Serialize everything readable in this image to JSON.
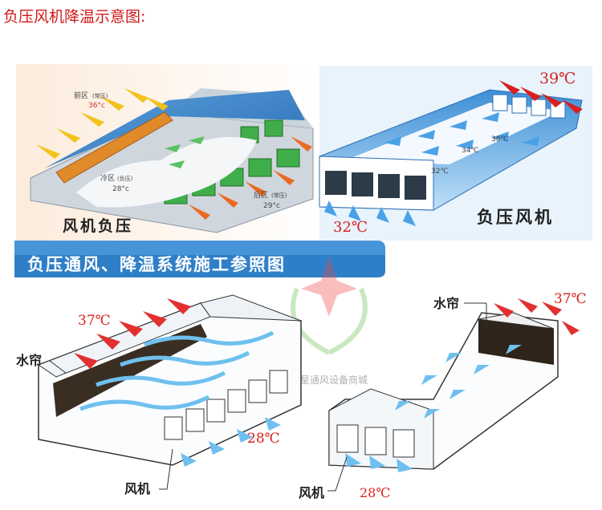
{
  "page_title": "负压风机降温示意图:",
  "panel1": {
    "front_zone": "前区",
    "front_zone_note": "(常压)",
    "front_temp": "36°c",
    "cold_zone": "冷区",
    "cold_zone_note": "(负压)",
    "cold_temp": "28°c",
    "rear_zone": "后区",
    "rear_zone_note": "(常压)",
    "rear_temp": "29°c",
    "caption": "风机负压"
  },
  "panel2": {
    "temp_in": "39℃",
    "temp_38": "38℃",
    "temp_34": "34℃",
    "temp_32_inner": "32℃",
    "temp_out": "32℃",
    "caption": "负压风机"
  },
  "banner": {
    "title": "负压通风、降温系统施工参照图",
    "color": "#2f7fc8"
  },
  "panel3": {
    "temp_in": "37℃",
    "water_curtain": "水帘",
    "temp_out": "28℃",
    "fan": "风机"
  },
  "panel4": {
    "water_curtain": "水帘",
    "temp_in": "37℃",
    "fan": "风机",
    "temp_out": "28℃"
  },
  "watermark": "五星通风设备商城",
  "colors": {
    "title_red": "#d01818",
    "hot_arrow": "#e23030",
    "cool_arrow": "#58b0e8",
    "roof_blue": "#3a86c8"
  }
}
